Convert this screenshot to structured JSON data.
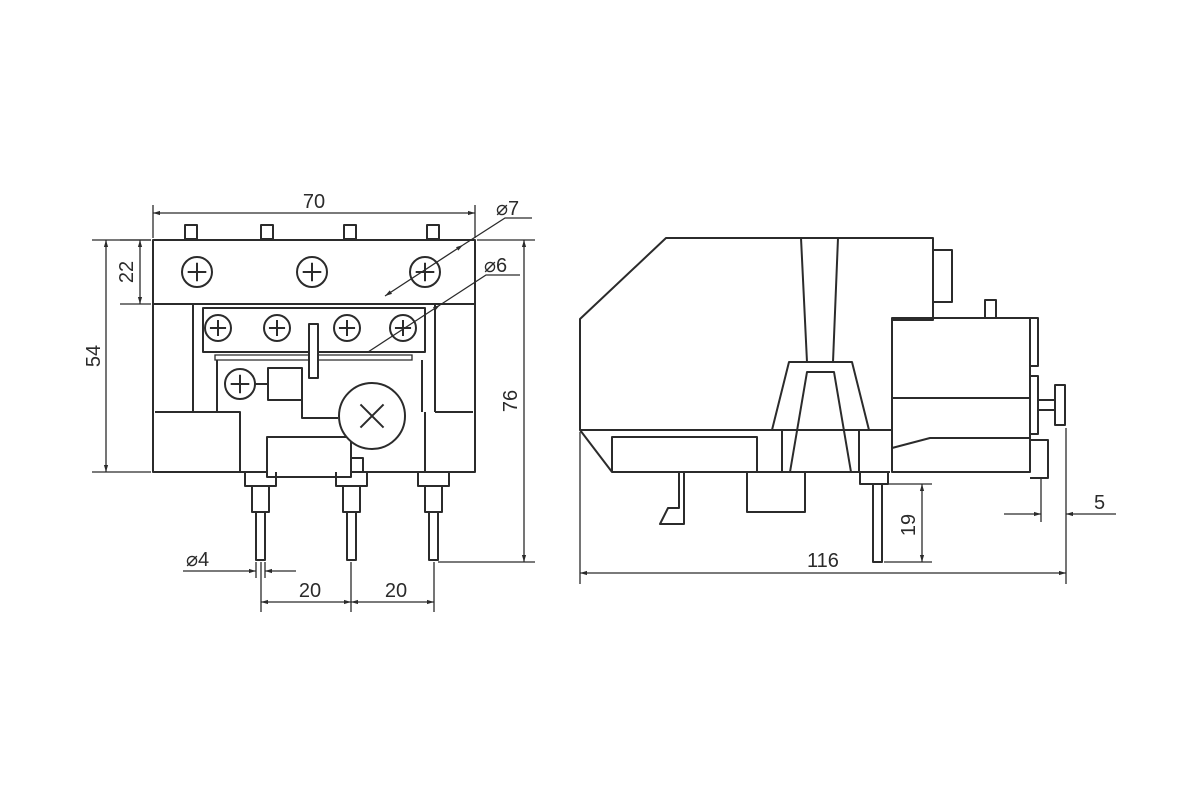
{
  "title": "",
  "dimensions": {
    "width_front": "70",
    "top_height": "22",
    "body_height": "54",
    "total_height": "76",
    "screw_dia_top": "⌀7",
    "screw_dia_mid": "⌀6",
    "pin_dia": "⌀4",
    "pin_pitch_left": "20",
    "pin_pitch_right": "20",
    "side_length": "116",
    "side_pin_length": "19",
    "side_knob": "5"
  },
  "colors": {
    "line": "#2b2b2b",
    "background": "#ffffff"
  }
}
